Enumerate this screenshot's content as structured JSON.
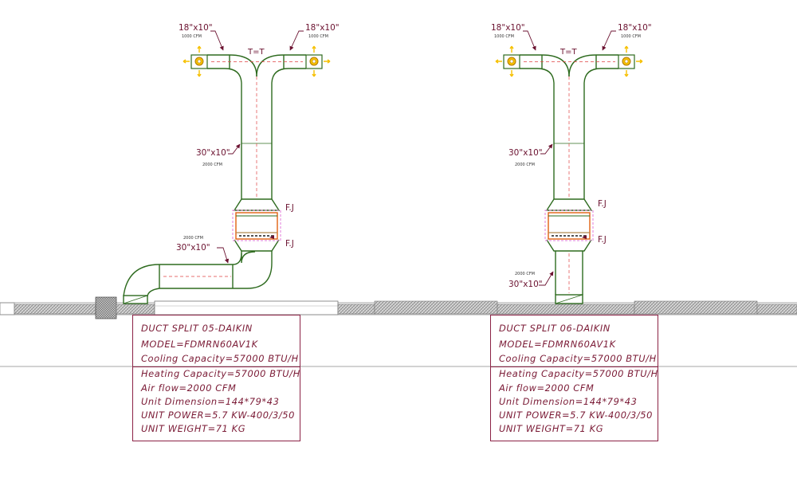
{
  "units": [
    {
      "id": "left",
      "branch_left_size": "18\"x10\"",
      "branch_left_cfm": "1000 CFM",
      "branch_right_size": "18\"x10\"",
      "branch_right_cfm": "1000 CFM",
      "tee_label": "T=T",
      "main_size": "30\"x10\"",
      "main_cfm": "2000 CFM",
      "fj_top": "F.J",
      "fj_bottom": "F.J",
      "return_cfm": "2000 CFM",
      "return_size": "30\"x10\"",
      "spec": [
        "DUCT SPLIT 05-DAIKIN",
        "MODEL=FDMRN60AV1K",
        "Cooling Capacity=57000 BTU/H",
        "Heating Capacity=57000 BTU/H",
        "Air flow=2000 CFM",
        "Unit Dimension=144*79*43",
        "UNIT POWER=5.7 KW-400/3/50",
        "UNIT WEIGHT=71 KG"
      ]
    },
    {
      "id": "right",
      "branch_left_size": "18\"x10\"",
      "branch_left_cfm": "1000 CFM",
      "branch_right_size": "18\"x10\"",
      "branch_right_cfm": "1000 CFM",
      "tee_label": "T=T",
      "main_size": "30\"x10\"",
      "main_cfm": "2000 CFM",
      "fj_top": "F.J",
      "fj_bottom": "F.J",
      "return_cfm": "2000 CFM",
      "return_size": "30\"x10\"",
      "spec": [
        "DUCT SPLIT 06-DAIKIN",
        "MODEL=FDMRN60AV1K",
        "Cooling Capacity=57000 BTU/H",
        "Heating Capacity=57000 BTU/H",
        "Air flow=2000 CFM",
        "Unit Dimension=144*79*43",
        "UNIT POWER=5.7 KW-400/3/50",
        "UNIT WEIGHT=71 KG"
      ]
    }
  ]
}
